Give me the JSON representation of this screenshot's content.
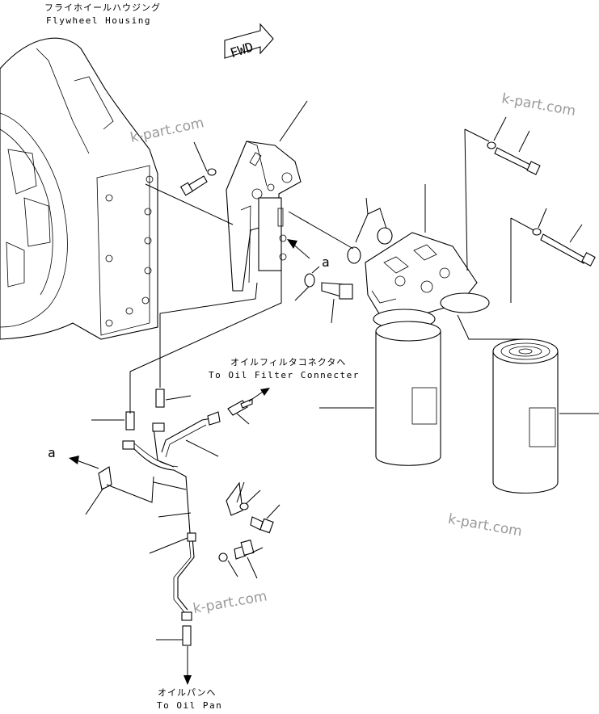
{
  "labels": {
    "flywheel_jp": "フライホイールハウジング",
    "flywheel_en": "Flywheel Housing",
    "fwd": "FWD",
    "filter_jp": "オイルフィルタコネクタへ",
    "filter_en": "To Oil Filter Connecter",
    "oilpan_jp": "オイルパンへ",
    "oilpan_en": "To Oil Pan",
    "ref_a_1": "a",
    "ref_a_2": "a"
  },
  "watermarks": [
    "k-part.com",
    "k-part.com",
    "k-part.com",
    "k-part.com"
  ],
  "colors": {
    "line": "#000000",
    "watermark": "#9a9a9a",
    "background": "#ffffff"
  }
}
